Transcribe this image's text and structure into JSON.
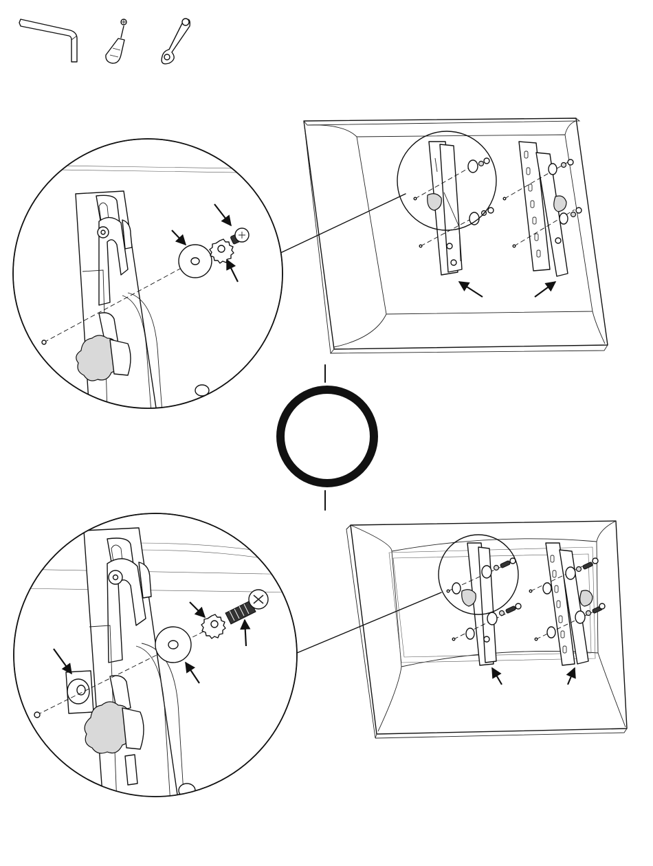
{
  "diagram": {
    "kind": "assembly-instruction",
    "tools": [
      {
        "name": "hex-key-icon"
      },
      {
        "name": "phillips-screwdriver-icon"
      },
      {
        "name": "combination-wrench-icon"
      }
    ],
    "steps": [
      {
        "variant": "flat-back-tv",
        "parts": [
          "bracket-left",
          "bracket-right",
          "bolt",
          "lock-washer",
          "washer"
        ]
      },
      {
        "variant": "recessed-back-tv",
        "parts": [
          "bracket-left",
          "bracket-right",
          "bolt",
          "lock-washer",
          "washer",
          "spacer"
        ]
      }
    ],
    "separator": {
      "symbol": "circle"
    },
    "colors": {
      "line": "#111111",
      "fill": "#ffffff",
      "shade": "#d9d9d9"
    }
  }
}
